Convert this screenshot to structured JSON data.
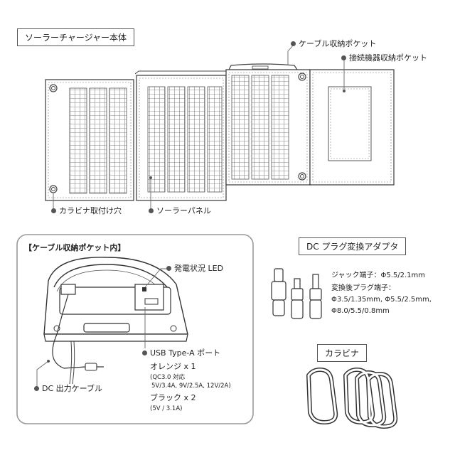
{
  "main_title": "ソーラーチャージャー本体",
  "callouts": {
    "cable_pocket": "ケーブル収納ポケット",
    "device_pocket": "接続機器収納ポケット",
    "carabiner_hole": "カラビナ取付け穴",
    "solar_panel": "ソーラーパネル"
  },
  "pocket_panel": {
    "title": "【ケーブル収納ポケット内】",
    "led_label": "発電状況 LED",
    "usb_label": "USB Type-A ポート",
    "orange_label": "オレンジ x 1",
    "orange_spec_1": "(QC3.0 対応",
    "orange_spec_2": "5V/3.4A, 9V/2.5A, 12V/2A)",
    "black_label": "ブラック x 2",
    "black_spec": "(5V / 3.1A)",
    "dc_cable_label": "DC 出力ケーブル"
  },
  "adapter": {
    "title": "DC プラグ変換アダプタ",
    "jack_spec": "ジャック端子：Φ5.5/2.1mm",
    "converted_title": "変換後プラグ端子：",
    "converted_spec_1": "Φ3.5/1.35mm, Φ5.5/2.5mm,",
    "converted_spec_2": "Φ8.0/5.5/0.8mm"
  },
  "carabiner": {
    "title": "カラビナ"
  }
}
